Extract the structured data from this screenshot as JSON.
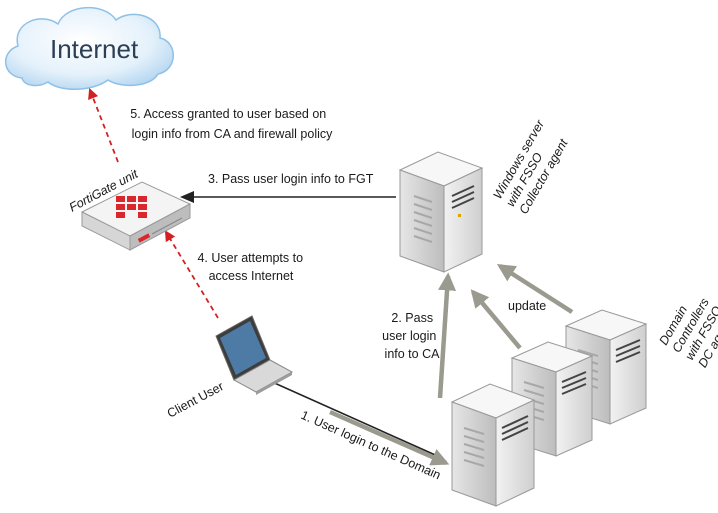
{
  "internet": {
    "label": "Internet"
  },
  "fortigate": {
    "label": "FortiGate unit"
  },
  "client": {
    "label": "Client User"
  },
  "windows_server": {
    "label_lines": [
      "Windows server",
      "with FSSO",
      "Collector agent"
    ]
  },
  "domain_controllers": {
    "label_lines": [
      "Domain",
      "Controllers",
      "with FSSO",
      "DC agents"
    ]
  },
  "steps": {
    "step1": {
      "lines": [
        "1. User login to the Domain"
      ]
    },
    "step2": {
      "lines": [
        "2. Pass",
        "user login",
        "info to CA"
      ]
    },
    "step3": {
      "lines": [
        "3. Pass user login info to FGT"
      ]
    },
    "step4": {
      "lines": [
        "4. User attempts to",
        "access Internet"
      ]
    },
    "step5": {
      "lines": [
        "5. Access granted to user based on",
        "login info from CA and firewall policy"
      ]
    },
    "update": {
      "lines": [
        "update"
      ]
    }
  },
  "colors": {
    "red_dashed": "#d42020",
    "gray_arrow": "#9a9a8e",
    "black_line": "#222222",
    "cloud_fill": "#cfe6f7",
    "server_fill": "#eeeeee",
    "fortinet_red": "#d9272e"
  }
}
